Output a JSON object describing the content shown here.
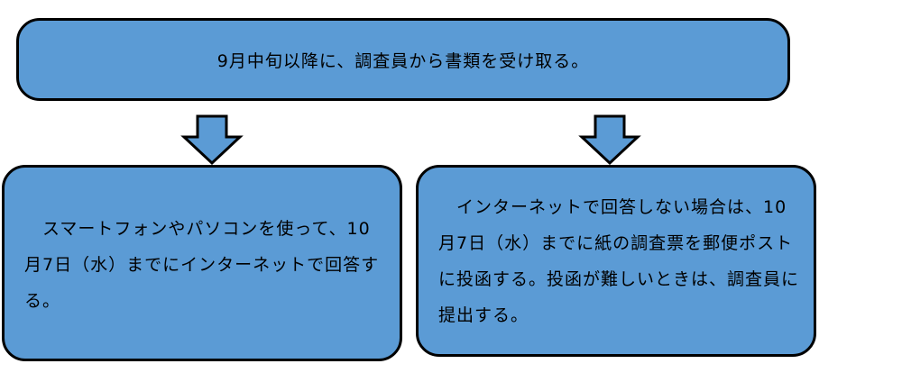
{
  "colors": {
    "box_fill": "#5B9BD5",
    "border": "#000000",
    "text": "#000000"
  },
  "top": {
    "text": "9月中旬以降に、調査員から書類を受け取る。"
  },
  "left": {
    "text": "　スマートフォンやパソコンを使って、10　月7日（水）までにインターネットで回答する。"
  },
  "right": {
    "text": "　インターネットで回答しない場合は、10　月7日（水）までに紙の調査票を郵便ポストに投函する。投函が難しいときは、調査員に提出する。"
  }
}
